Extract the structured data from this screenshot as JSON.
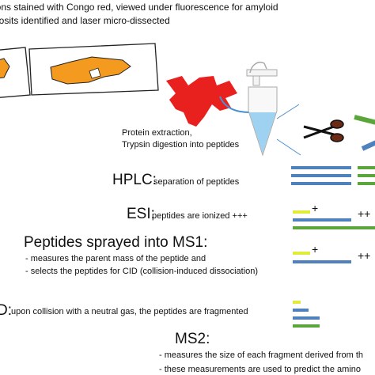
{
  "caption": {
    "line1": "ions stained with Congo red, viewed under fluorescence for amyloid",
    "line2": "posits identified and laser micro-dissected"
  },
  "extraction": {
    "line1": "Protein extraction,",
    "line2": "Trypsin digestion into peptides"
  },
  "hplc": {
    "title": "HPLC:",
    "desc": "separation of peptides"
  },
  "esi": {
    "title": "ESI:",
    "desc": "peptides are ionized +++"
  },
  "ms1": {
    "title": "Peptides sprayed into MS1:",
    "bullet1": "-   measures the parent mass of the peptide and",
    "bullet2": "-   selects the peptides for CID (collision-induced dissociation)"
  },
  "cid": {
    "title": "D:",
    "desc": "upon collision with a neutral gas, the peptides are fragmented"
  },
  "ms2": {
    "title": "MS2:",
    "bullet1": "- measures the size of each fragment derived from th",
    "bullet2": "- these measurements are used to predict the amino"
  },
  "charges": {
    "single": "+",
    "double": "++"
  },
  "colors": {
    "blue": "#4f81bd",
    "green": "#5aa63a",
    "yellow": "#e2ea3a",
    "tissue": "#f39a1f",
    "red": "#e8201e",
    "arrow": "#4a8fd0",
    "tube_liquid": "#9fd2f0"
  }
}
